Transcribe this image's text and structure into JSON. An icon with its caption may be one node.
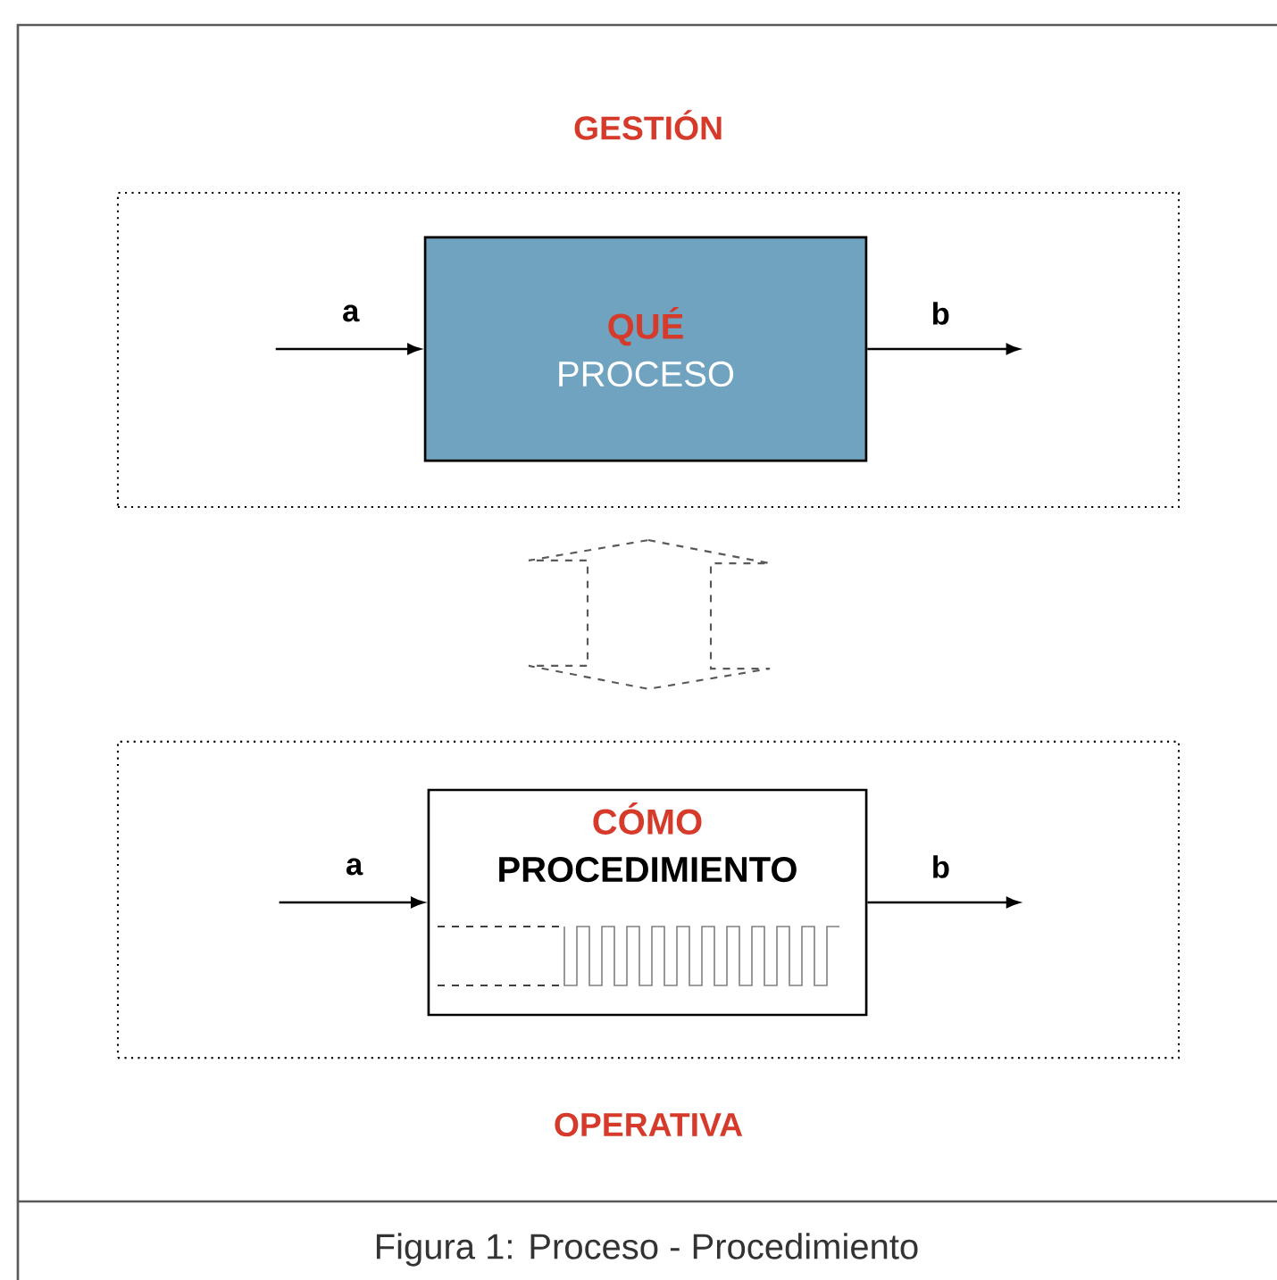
{
  "diagram": {
    "caption": "Figura 1: Proceso - Procedimiento",
    "nodes": [
      {
        "text": [
          "GESTIÓN"
        ]
      },
      {
        "text": [
          "QUÉ",
          "PROCESO"
        ],
        "in": 0
      },
      {
        "text": [
          "OPERATIVA"
        ]
      },
      {
        "text": [
          "CÓMO",
          "PROCEDIMIENTO"
        ],
        "in": 2
      }
    ],
    "edges": [
      {
        "from": null,
        "to": 1,
        "arrow": "to",
        "label": "a"
      },
      {
        "from": 1,
        "to": null,
        "arrow": "to",
        "label": "b"
      },
      {
        "from": 0,
        "to": 2,
        "arrow": "both",
        "style": "dashed"
      },
      {
        "from": null,
        "to": 3,
        "arrow": "to",
        "label": "a"
      },
      {
        "from": 3,
        "to": null,
        "arrow": "to",
        "label": "b"
      }
    ]
  }
}
